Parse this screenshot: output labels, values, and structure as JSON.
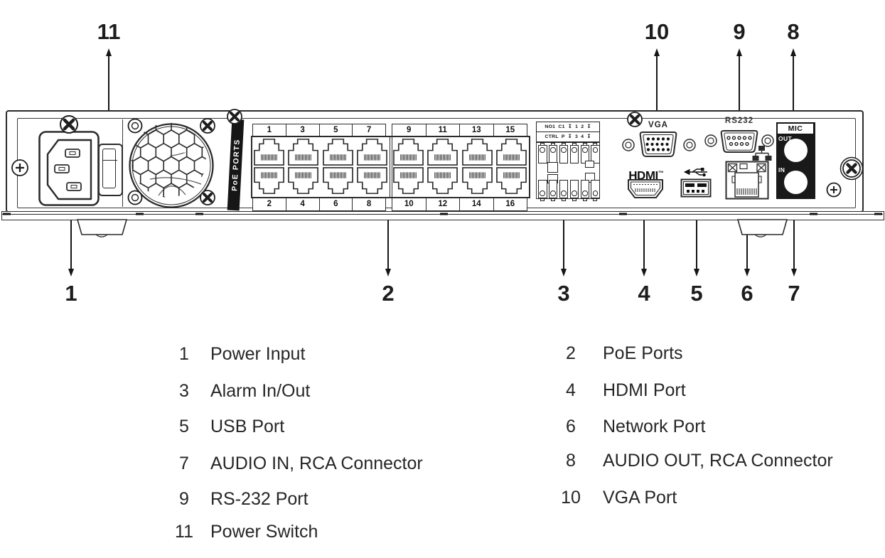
{
  "callouts": {
    "top": [
      {
        "label": "11"
      },
      {
        "label": "10"
      },
      {
        "label": "9"
      },
      {
        "label": "8"
      }
    ],
    "bottom": [
      {
        "label": "1"
      },
      {
        "label": "2"
      },
      {
        "label": "3"
      },
      {
        "label": "4"
      },
      {
        "label": "5"
      },
      {
        "label": "6"
      },
      {
        "label": "7"
      }
    ]
  },
  "panel": {
    "poe": {
      "label": "PoE PORTS",
      "top1": [
        "1",
        "3",
        "5",
        "7"
      ],
      "top2": [
        "9",
        "11",
        "13",
        "15"
      ],
      "bot1": [
        "2",
        "4",
        "6",
        "8"
      ],
      "bot2": [
        "10",
        "12",
        "14",
        "16"
      ]
    },
    "alarm": {
      "row1": "NO1 C1 ↧ 1 2 ↧",
      "row2": "CTRL P ↧ 3 4 ↧"
    },
    "vga_label": "VGA",
    "rs232_label": "RS232",
    "hdmi_label": "HDMI",
    "hdmi_tm": "™",
    "mic": {
      "header": "MIC",
      "out": "OUT",
      "in": "IN"
    }
  },
  "legend": {
    "left": [
      {
        "num": "1",
        "label": "Power Input"
      },
      {
        "num": "3",
        "label": "Alarm In/Out"
      },
      {
        "num": "5",
        "label": "USB Port"
      },
      {
        "num": "7",
        "label": "AUDIO IN, RCA Connector"
      },
      {
        "num": "9",
        "label": "RS-232 Port"
      },
      {
        "num": "11",
        "label": "Power Switch"
      }
    ],
    "right": [
      {
        "num": "2",
        "label": "PoE Ports"
      },
      {
        "num": "4",
        "label": "HDMI Port"
      },
      {
        "num": "6",
        "label": "Network Port"
      },
      {
        "num": "8",
        "label": "AUDIO OUT, RCA Connector"
      },
      {
        "num": "10",
        "label": "VGA Port"
      }
    ]
  },
  "colors": {
    "line": "#2b2b2b",
    "text": "#262626",
    "black_fill": "#161616",
    "background": "#ffffff"
  }
}
